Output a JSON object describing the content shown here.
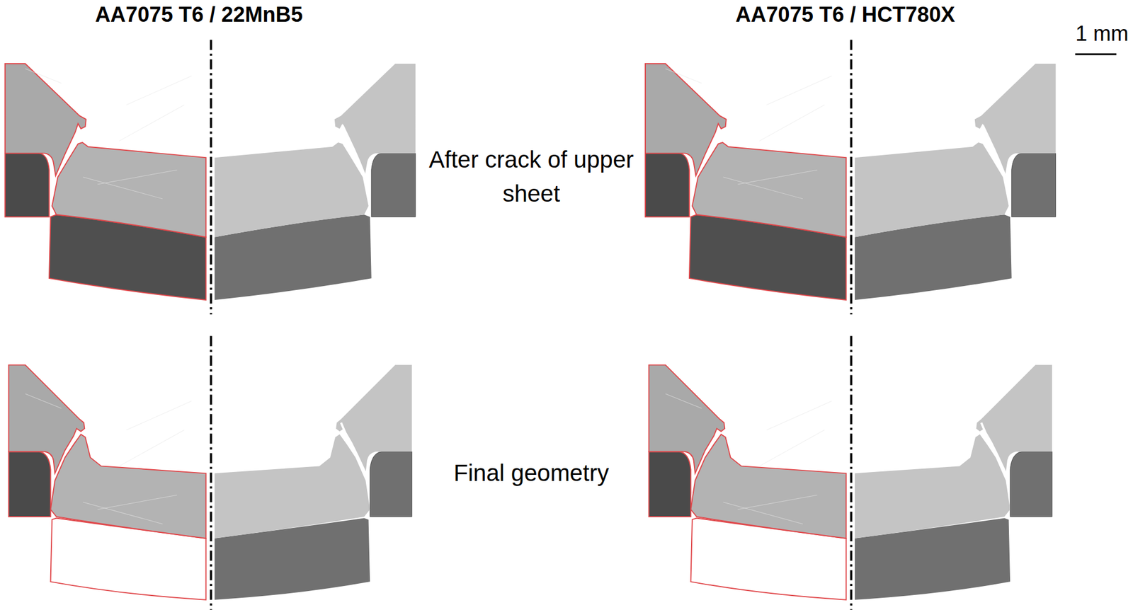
{
  "diagram": {
    "labels": [
      "AA7075 T6 / 22MnB5",
      "AA7075 T6 / HCT780X",
      "1 mm",
      "After crack of upper sheet",
      "Final geometry"
    ]
  }
}
